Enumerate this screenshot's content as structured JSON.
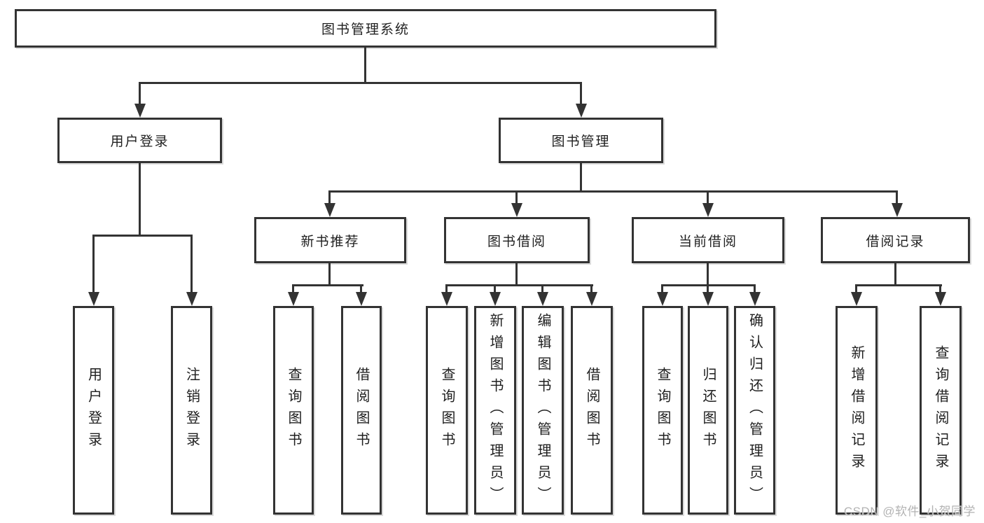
{
  "colors": {
    "line": "#333333",
    "box_border": "#333333",
    "box_fill": "#ffffff",
    "text": "#1f1f1f",
    "background": "#ffffff",
    "watermark": "#b3b3b3"
  },
  "diagram": {
    "type": "tree",
    "root_label": "图书管理系统",
    "level2": [
      {
        "id": "user-login",
        "label": "用户登录",
        "parent": "root"
      },
      {
        "id": "book-management",
        "label": "图书管理",
        "parent": "root"
      }
    ],
    "level3": [
      {
        "id": "new-book-recommend",
        "label": "新书推荐",
        "parent": "book-management"
      },
      {
        "id": "book-borrowing",
        "label": "图书借阅",
        "parent": "book-management"
      },
      {
        "id": "current-borrowing",
        "label": "当前借阅",
        "parent": "book-management"
      },
      {
        "id": "borrow-records",
        "label": "借阅记录",
        "parent": "book-management"
      }
    ],
    "leaves": [
      {
        "label": "用户登录",
        "parent": "user-login"
      },
      {
        "label": "注销登录",
        "parent": "user-login"
      },
      {
        "label": "查询图书",
        "parent": "new-book-recommend"
      },
      {
        "label": "借阅图书",
        "parent": "new-book-recommend"
      },
      {
        "label": "查询图书",
        "parent": "book-borrowing"
      },
      {
        "label": "新增图书（管理员）",
        "parent": "book-borrowing"
      },
      {
        "label": "编辑图书（管理员）",
        "parent": "book-borrowing"
      },
      {
        "label": "借阅图书",
        "parent": "book-borrowing"
      },
      {
        "label": "查询图书",
        "parent": "current-borrowing"
      },
      {
        "label": "归还图书",
        "parent": "current-borrowing"
      },
      {
        "label": "确认归还（管理员）",
        "parent": "current-borrowing"
      },
      {
        "label": "新增借阅记录",
        "parent": "borrow-records"
      },
      {
        "label": "查询借阅记录",
        "parent": "borrow-records"
      }
    ]
  },
  "watermark": "CSDN @软件_小贺同学"
}
